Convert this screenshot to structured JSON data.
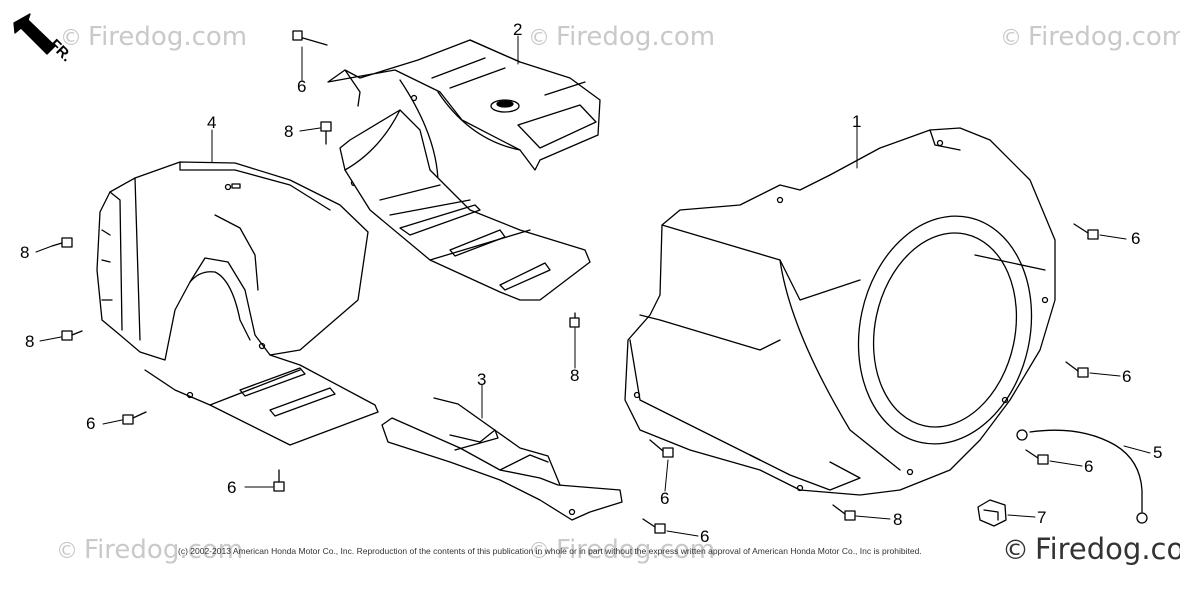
{
  "diagram": {
    "watermark_text": "Firedog.com",
    "watermark_symbol": "©",
    "direction_label": "FR.",
    "copyright": "(c) 2002-2013 American Honda Motor Co., Inc. Reproduction of the contents of this publication in whole or in part without the express written approval of American Honda Motor Co., Inc is prohibited.",
    "callouts": {
      "c1": "1",
      "c2": "2",
      "c3": "3",
      "c4": "4",
      "c5": "5",
      "c7": "7",
      "c6a": "6",
      "c6b": "6",
      "c6c": "6",
      "c6d": "6",
      "c6e": "6",
      "c6f": "6",
      "c6g": "6",
      "c6h": "6",
      "c8a": "8",
      "c8b": "8",
      "c8c": "8",
      "c8d": "8",
      "c8e": "8"
    }
  }
}
